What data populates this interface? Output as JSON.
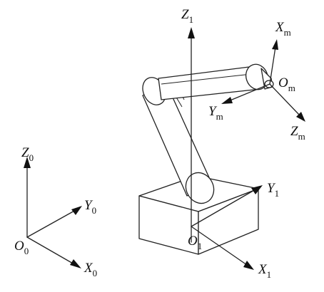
{
  "labels": {
    "z1": {
      "main": "Z",
      "sub": "1"
    },
    "y1": {
      "main": "Y",
      "sub": "1"
    },
    "x1": {
      "main": "X",
      "sub": "1"
    },
    "o1": {
      "main": "O",
      "sub": "1"
    },
    "xm": {
      "main": "X",
      "sub": "m"
    },
    "ym": {
      "main": "Y",
      "sub": "m"
    },
    "zm": {
      "main": "Z",
      "sub": "m"
    },
    "om": {
      "main": "O",
      "sub": "m"
    },
    "z0": {
      "main": "Z",
      "sub": "0"
    },
    "y0": {
      "main": "Y",
      "sub": "0"
    },
    "x0": {
      "main": "X",
      "sub": "0"
    },
    "o0": {
      "main": "O",
      "sub": "0"
    }
  }
}
